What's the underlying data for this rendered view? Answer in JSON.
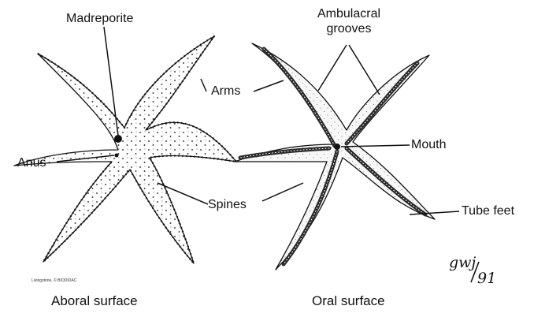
{
  "labels": {
    "madreporite": "Madreporite",
    "arms": "Arms",
    "anus": "Anus",
    "spines": "Spines",
    "ambulacral_line1": "Ambulacral",
    "ambulacral_line2": "grooves",
    "mouth": "Mouth",
    "tube_feet": "Tube feet"
  },
  "captions": {
    "aboral": "Aboral surface",
    "oral": "Oral surface"
  },
  "credit": "Livingstone, © BIODIDAC",
  "signature": {
    "part1": "gwj",
    "part2": "91"
  },
  "colors": {
    "ink": "#111111",
    "fill": "#f7f7f7",
    "groove": "#2a2a2a"
  }
}
